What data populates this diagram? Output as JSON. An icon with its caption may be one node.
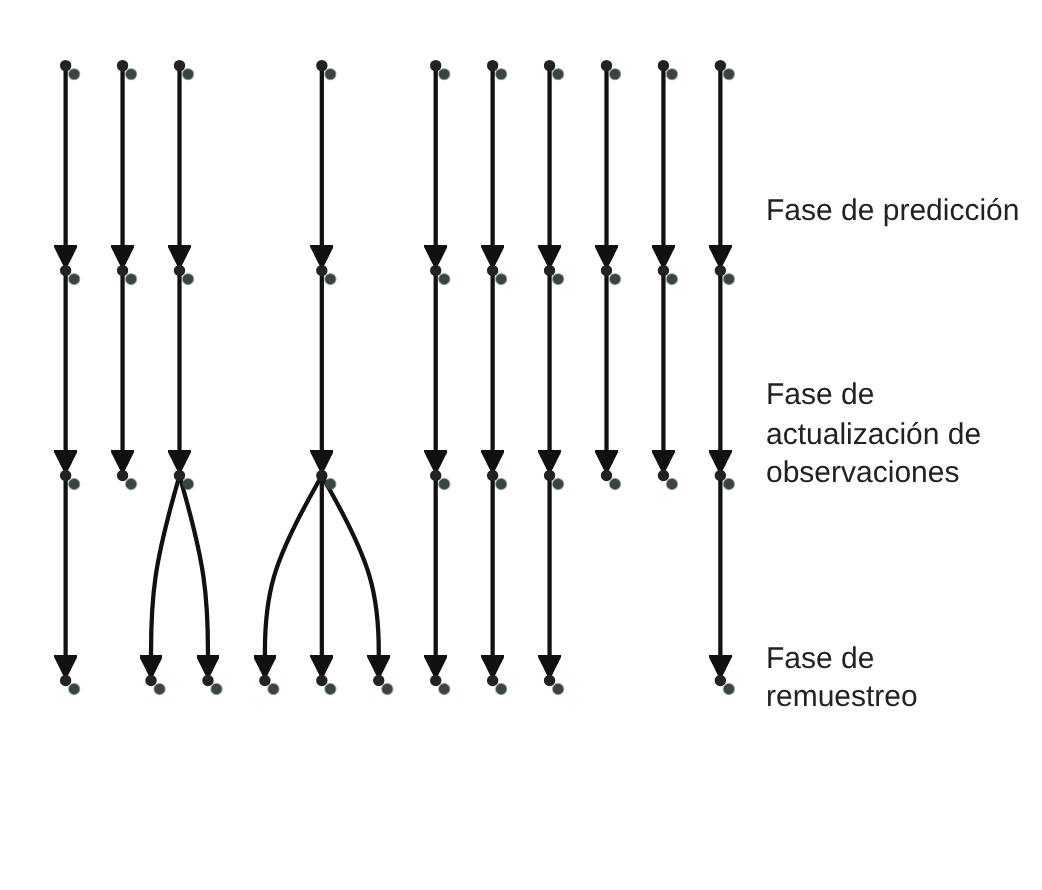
{
  "diagram": {
    "nodes": [
      {
        "text": [],
        "shape": "circle"
      },
      {
        "text": [],
        "shape": "circle"
      },
      {
        "text": [],
        "shape": "circle"
      },
      {
        "text": [],
        "shape": "circle"
      },
      {
        "text": [],
        "shape": "circle"
      },
      {
        "text": [],
        "shape": "circle"
      },
      {
        "text": [],
        "shape": "circle"
      },
      {
        "text": [],
        "shape": "circle"
      },
      {
        "text": [],
        "shape": "circle"
      },
      {
        "text": [],
        "shape": "circle"
      },
      {
        "text": [],
        "shape": "circle"
      },
      {
        "text": [],
        "shape": "circle"
      },
      {
        "text": [],
        "shape": "circle"
      },
      {
        "text": [],
        "shape": "circle"
      },
      {
        "text": [],
        "shape": "circle"
      },
      {
        "text": [],
        "shape": "circle"
      },
      {
        "text": [],
        "shape": "circle"
      },
      {
        "text": [],
        "shape": "circle"
      },
      {
        "text": [],
        "shape": "circle"
      },
      {
        "text": [],
        "shape": "circle"
      },
      {
        "text": [],
        "shape": "circle"
      },
      {
        "text": [],
        "shape": "circle"
      },
      {
        "text": [],
        "shape": "circle"
      },
      {
        "text": [],
        "shape": "circle"
      },
      {
        "text": [],
        "shape": "circle"
      },
      {
        "text": [],
        "shape": "circle"
      },
      {
        "text": [],
        "shape": "circle"
      },
      {
        "text": [],
        "shape": "circle"
      },
      {
        "text": [],
        "shape": "circle"
      },
      {
        "text": [],
        "shape": "circle"
      },
      {
        "text": [],
        "shape": "circle"
      },
      {
        "text": [],
        "shape": "circle"
      },
      {
        "text": [],
        "shape": "circle"
      },
      {
        "text": [],
        "shape": "circle"
      },
      {
        "text": [],
        "shape": "circle"
      },
      {
        "text": [],
        "shape": "circle"
      },
      {
        "text": [],
        "shape": "circle"
      },
      {
        "text": [],
        "shape": "circle"
      },
      {
        "text": [],
        "shape": "circle"
      },
      {
        "text": [],
        "shape": "circle"
      }
    ],
    "edges": [
      {
        "from": 0,
        "to": 10,
        "arrow": "to"
      },
      {
        "from": 1,
        "to": 11,
        "arrow": "to"
      },
      {
        "from": 2,
        "to": 12,
        "arrow": "to"
      },
      {
        "from": 3,
        "to": 13,
        "arrow": "to"
      },
      {
        "from": 4,
        "to": 14,
        "arrow": "to"
      },
      {
        "from": 5,
        "to": 15,
        "arrow": "to"
      },
      {
        "from": 6,
        "to": 16,
        "arrow": "to"
      },
      {
        "from": 7,
        "to": 17,
        "arrow": "to"
      },
      {
        "from": 8,
        "to": 18,
        "arrow": "to"
      },
      {
        "from": 9,
        "to": 19,
        "arrow": "to"
      },
      {
        "from": 10,
        "to": 20,
        "arrow": "to"
      },
      {
        "from": 11,
        "to": 21,
        "arrow": "to"
      },
      {
        "from": 12,
        "to": 22,
        "arrow": "to"
      },
      {
        "from": 13,
        "to": 23,
        "arrow": "to"
      },
      {
        "from": 14,
        "to": 24,
        "arrow": "to"
      },
      {
        "from": 15,
        "to": 25,
        "arrow": "to"
      },
      {
        "from": 16,
        "to": 26,
        "arrow": "to"
      },
      {
        "from": 17,
        "to": 27,
        "arrow": "to"
      },
      {
        "from": 18,
        "to": 28,
        "arrow": "to"
      },
      {
        "from": 19,
        "to": 29,
        "arrow": "to"
      },
      {
        "from": 20,
        "to": 30,
        "arrow": "to"
      },
      {
        "from": 22,
        "to": 31,
        "arrow": "to"
      },
      {
        "from": 22,
        "to": 32,
        "arrow": "to"
      },
      {
        "from": 23,
        "to": 33,
        "arrow": "to"
      },
      {
        "from": 23,
        "to": 34,
        "arrow": "to"
      },
      {
        "from": 23,
        "to": 35,
        "arrow": "to"
      },
      {
        "from": 24,
        "to": 36,
        "arrow": "to"
      },
      {
        "from": 25,
        "to": 37,
        "arrow": "to"
      },
      {
        "from": 26,
        "to": 38,
        "arrow": "to"
      },
      {
        "from": 29,
        "to": 39,
        "arrow": "to"
      }
    ],
    "labels": [
      "Fase de predicción",
      "Fase de actualización de observaciones",
      "Fase de remuestreo"
    ]
  }
}
